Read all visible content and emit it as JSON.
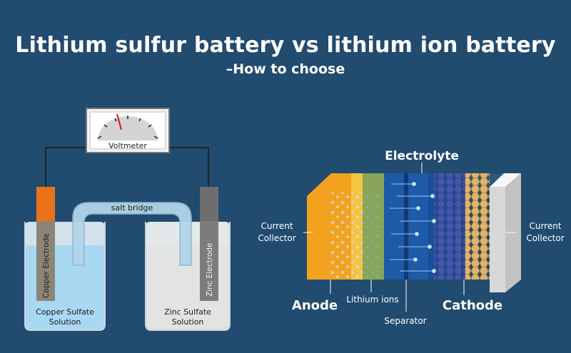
{
  "header": {
    "title": "Lithium sulfur battery vs lithium ion battery",
    "subtitle": "–How to choose"
  },
  "galvanic_cell": {
    "voltmeter": "Voltmeter",
    "salt_bridge": "salt bridge",
    "copper_electrode": "Copper Electrode",
    "zinc_electrode": "Zinc Electrode",
    "copper_solution": [
      "Copper Sulfate",
      "Solution"
    ],
    "zinc_solution": [
      "Zinc Sulfate",
      "Solution"
    ]
  },
  "lithium_cell": {
    "electrolyte": "Electrolyte",
    "current_collector_left": [
      "Current",
      "Collector"
    ],
    "current_collector_right": [
      "Current",
      "Collector"
    ],
    "anode": "Anode",
    "cathode": "Cathode",
    "lithium_ions": "Lithium ions",
    "separator": "Separator"
  },
  "colors": {
    "background": "#214b6f",
    "copper": "#e8731b",
    "zinc": "#6e6e6e",
    "copper_solution": "#a9d8f3",
    "zinc_solution": "#e4e6e6",
    "anode": "#f3a21f",
    "electrolyte": "#1d5aa8",
    "cathode": "#e0b060"
  }
}
